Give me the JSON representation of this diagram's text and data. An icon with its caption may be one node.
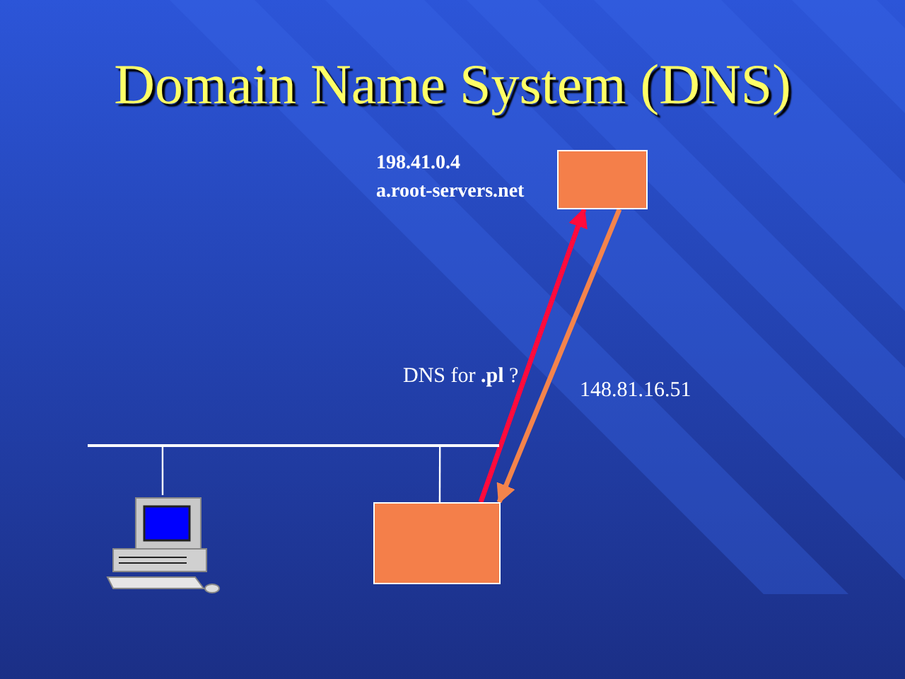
{
  "diagram": {
    "title": "Domain Name System (DNS)",
    "nodes": [
      {
        "text": [],
        "shape": "box",
        "beside": [
          "198.41.0.4",
          "a.root-servers.net"
        ]
      },
      {
        "text": [],
        "shape": "bar"
      },
      {
        "text": [],
        "shape": "picture"
      },
      {
        "text": [],
        "shape": "box"
      }
    ],
    "edges": [
      {
        "from": 3,
        "to": 0,
        "arrow": "to",
        "label": "DNS for **.pl** ?",
        "color": "#ff0a3c",
        "style": "thick"
      },
      {
        "from": 0,
        "to": 3,
        "arrow": "to",
        "label": "148.81.16.51",
        "color": "#f4844c",
        "style": "thick"
      },
      {
        "from": 1,
        "to": 2,
        "arrow": "none"
      },
      {
        "from": 1,
        "to": 3,
        "arrow": "none"
      }
    ]
  }
}
